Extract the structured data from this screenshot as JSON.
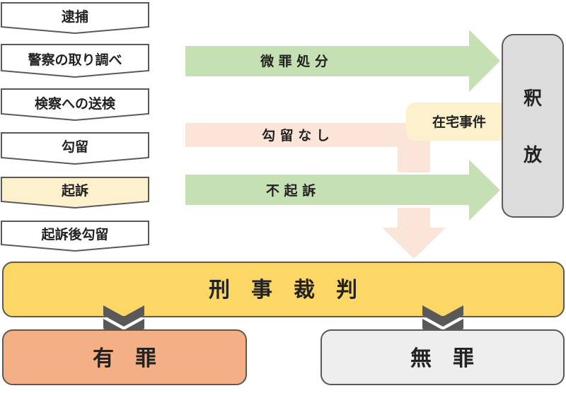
{
  "steps": [
    {
      "label": "逮捕",
      "highlight": false
    },
    {
      "label": "警察の取り調べ",
      "highlight": false
    },
    {
      "label": "検察への送検",
      "highlight": false
    },
    {
      "label": "勾留",
      "highlight": false
    },
    {
      "label": "起訴",
      "highlight": true
    },
    {
      "label": "起訴後勾留",
      "highlight": false
    }
  ],
  "branches": {
    "minor": "微 罪 処 分",
    "no_detention": "勾 留 な し",
    "non_prosecution": "不 起 訴",
    "at_home_case": "在宅事件"
  },
  "release": {
    "line1": "釈",
    "line2": "放"
  },
  "trial": "刑　事　裁　判",
  "outcomes": {
    "guilty": "有　罪",
    "not_guilty": "無　罪"
  },
  "colors": {
    "green_arrow": "#c5e1b3",
    "pink_arrow": "#fbe4d8",
    "highlight_fill": "#fdf1cd",
    "trial_fill": "#fdd765",
    "release_fill": "#dddddd",
    "guilty_fill": "#f4b084",
    "not_guilty_fill": "#eeeeee",
    "chevron": "#595959"
  }
}
